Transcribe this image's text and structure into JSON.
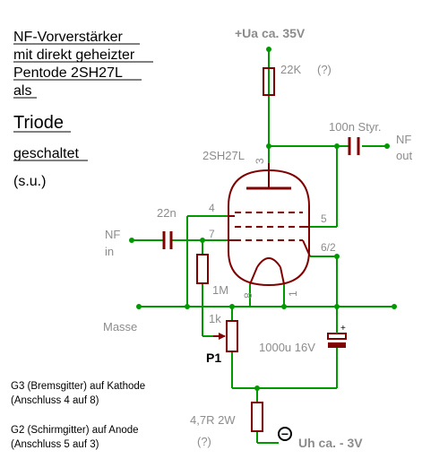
{
  "title": {
    "line1": "NF-Vorverstärker",
    "line2": "mit direkt geheizter",
    "line3": "Pentode 2SH27L",
    "line4": "als",
    "line5": "Triode",
    "line6": "geschaltet",
    "line7": "(s.u.)"
  },
  "supply": {
    "plus": "+Ua ca. 35V",
    "minus": "Uh ca. - 3V"
  },
  "components": {
    "anode_resistor": "22K",
    "anode_resistor_note": "(?)",
    "output_cap": "100n Styr.",
    "input_cap": "22n",
    "grid_resistor": "1M",
    "pot_value": "1k",
    "pot_name": "P1",
    "cathode_cap": "1000u 16V",
    "cap_polarity": "+",
    "heater_resistor": "4,7R 2W",
    "heater_resistor_note": "(?)",
    "tube_type": "2SH27L",
    "neg_symbol": "−"
  },
  "labels": {
    "nf_out_1": "NF",
    "nf_out_2": "out",
    "nf_in_1": "NF",
    "nf_in_2": "in",
    "ground": "Masse"
  },
  "pins": {
    "p3": "3",
    "p4": "4",
    "p5": "5",
    "p7": "7",
    "p62": "6/2",
    "p8": "8",
    "p1": "1"
  },
  "notes": {
    "g3_line1": "G3 (Bremsgitter) auf Kathode",
    "g3_line2": "(Anschluss 4 auf 8)",
    "g2_line1": "G2 (Schirmgitter) auf Anode",
    "g2_line2": "(Anschluss 5 auf 3)"
  },
  "colors": {
    "wire": "#009900",
    "component": "#800000",
    "label": "#8c8c8c",
    "text": "#000000"
  }
}
